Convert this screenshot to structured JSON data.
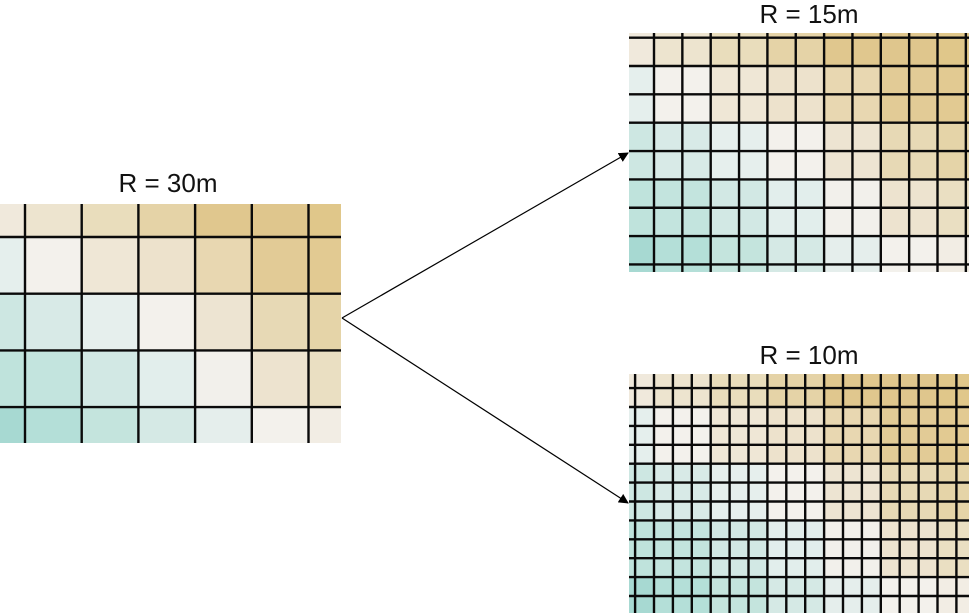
{
  "panels": [
    {
      "id": "coarse",
      "title": "R = 30m",
      "resolution_m": 30,
      "subdivision": 1
    },
    {
      "id": "medium",
      "title": "R = 15m",
      "resolution_m": 15,
      "subdivision": 2
    },
    {
      "id": "fine",
      "title": "R = 10m",
      "resolution_m": 10,
      "subdivision": 3
    }
  ],
  "arrows": [
    {
      "from": "R = 30m",
      "to": "R = 15m"
    },
    {
      "from": "R = 30m",
      "to": "R = 10m"
    }
  ],
  "coarse_grid_colors": [
    [
      "#f0e9dc",
      "#ede4cf",
      "#e9ddbc",
      "#e5d3a7",
      "#e0c78e",
      "#dfc68d",
      "#e0c78a"
    ],
    [
      "#e5efed",
      "#f3f1ec",
      "#efe7d6",
      "#ede2cc",
      "#e8d7b1",
      "#e2cb96",
      "#e2ca92"
    ],
    [
      "#cde7e2",
      "#d8eae7",
      "#e6efed",
      "#f3f1ec",
      "#ede4d2",
      "#e7d9b5",
      "#e5d4a8"
    ],
    [
      "#bfe3dc",
      "#c3e4de",
      "#d2e8e4",
      "#e2eeec",
      "#f2f0eb",
      "#ede3cf",
      "#eadfc2"
    ],
    [
      "#a7d9d2",
      "#b4dfd8",
      "#c4e4dd",
      "#d5e9e5",
      "#e5eeec",
      "#f3f1ec",
      "#f2ede4"
    ]
  ],
  "colors": {
    "grid_line": "#0a0a0a",
    "arrow": "#000000",
    "text": "#111111"
  }
}
